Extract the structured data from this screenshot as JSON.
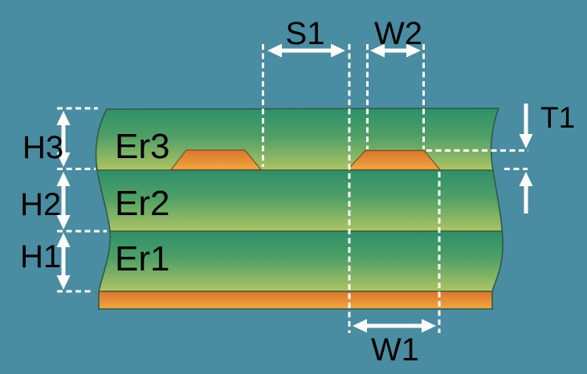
{
  "diagram": {
    "layers": {
      "er3": "Er3",
      "er2": "Er2",
      "er1": "Er1"
    },
    "dimensions": {
      "s1": "S1",
      "w2": "W2",
      "w1": "W1",
      "t1": "T1",
      "h3": "H3",
      "h2": "H2",
      "h1": "H1"
    },
    "colors": {
      "background": "#4A8CA1",
      "substrate_gradient_top": "#2E8F6B",
      "substrate_gradient_bottom": "#AFC464",
      "copper_gradient_top": "#D9752F",
      "copper_gradient_bottom": "#F1A840",
      "board_outline": "#2F5B45",
      "dimension_lines": "#FFFFFF",
      "label_text": "#000000"
    }
  }
}
